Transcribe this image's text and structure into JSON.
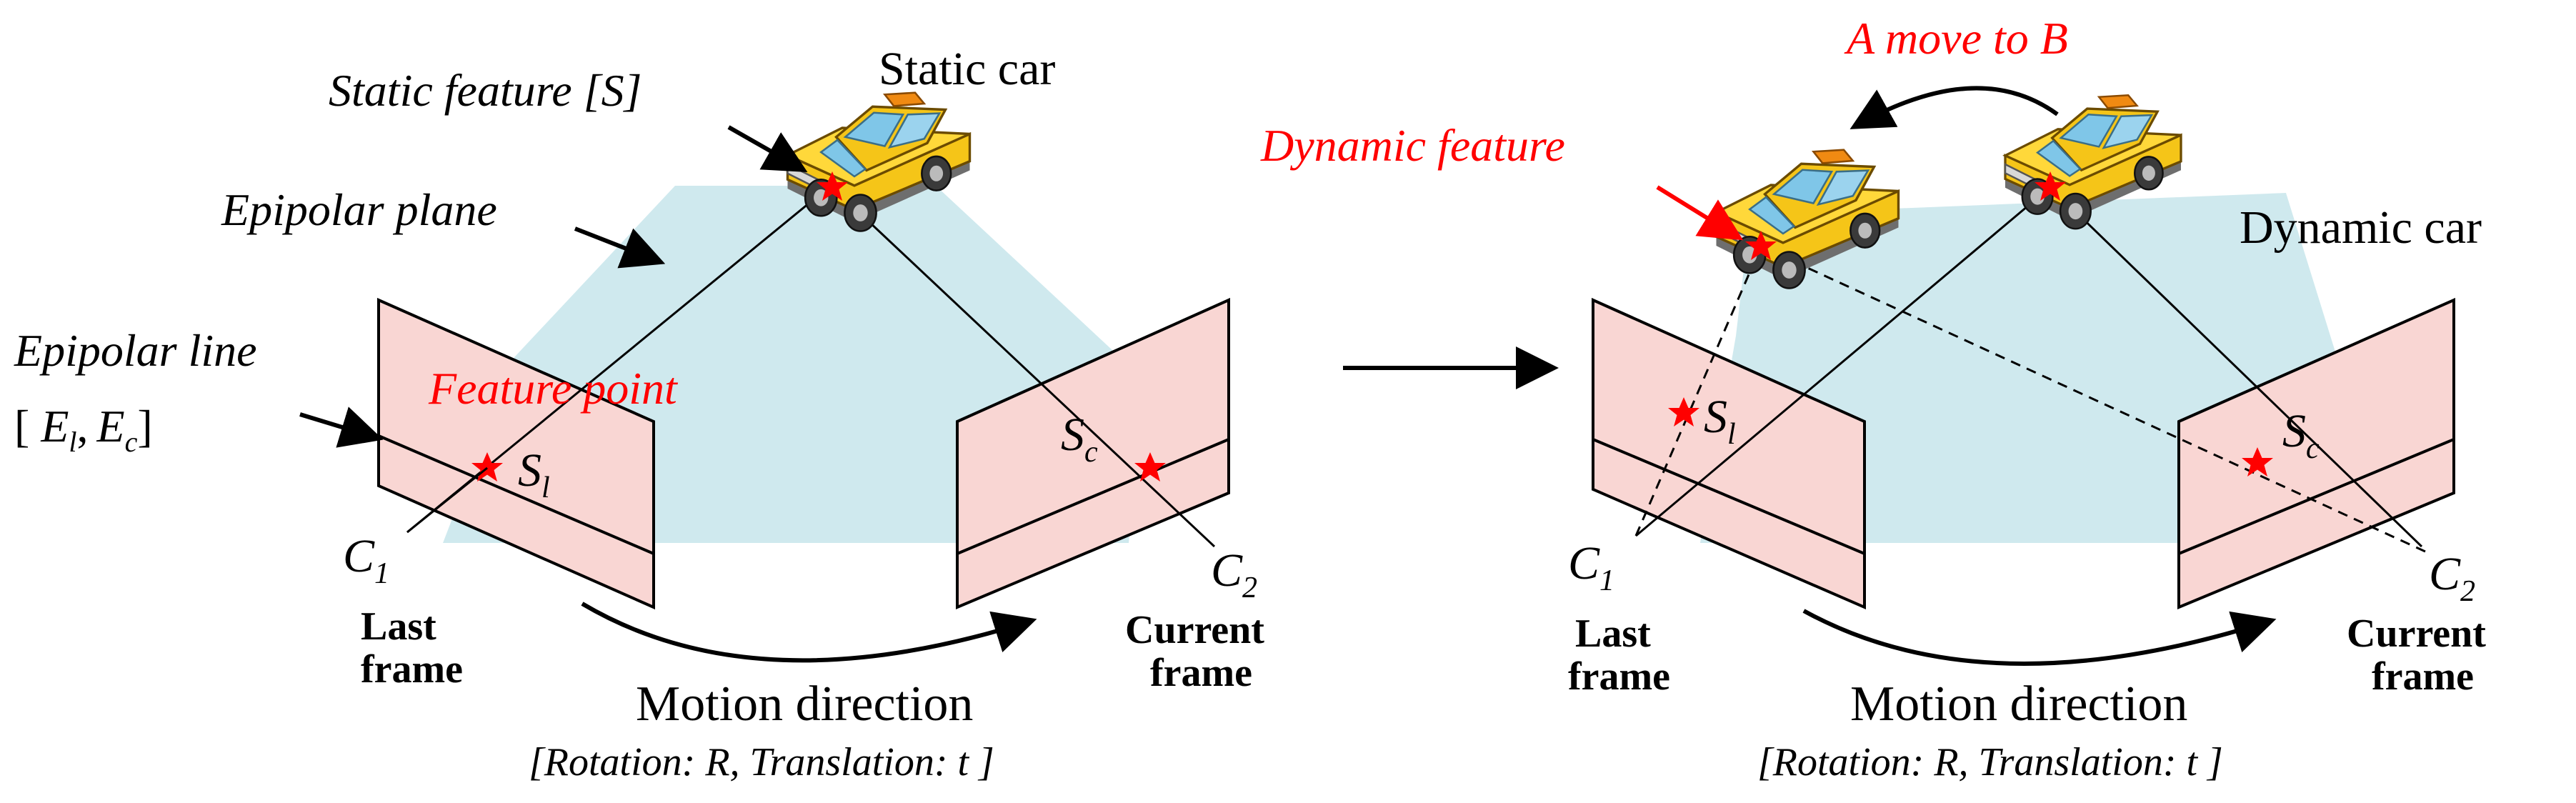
{
  "left_panel": {
    "static_feature_label": "Static feature [S]",
    "static_car_label": "Static car",
    "epipolar_plane_label": "Epipolar plane",
    "epipolar_line_label_1": "Epipolar line",
    "epipolar_line_label_2_prefix": "[ ",
    "epipolar_line_E": "E",
    "epipolar_line_sub_l": "l",
    "epipolar_line_comma": ",",
    "epipolar_line_sub_c": "c",
    "epipolar_line_label_2_suffix": "]",
    "feature_point_label": "Feature point",
    "s_l_main": "S",
    "s_l_sub": "l",
    "s_c_main": "S",
    "s_c_sub": "c",
    "c1_main": "C",
    "c1_sub": "1",
    "c2_main": "C",
    "c2_sub": "2",
    "last_frame_1": "Last",
    "last_frame_2": "frame",
    "current_frame_1": "Current",
    "current_frame_2": "frame",
    "motion_direction": "Motion direction",
    "motion_params": "[Rotation: R, Translation: t ]"
  },
  "right_panel": {
    "move_label": "A move to B",
    "dynamic_feature_label": "Dynamic feature",
    "dynamic_car_label": "Dynamic car",
    "s_l_main": "S",
    "s_l_sub": "l",
    "s_c_main": "S",
    "s_c_sub": "c",
    "c1_main": "C",
    "c1_sub": "1",
    "c2_main": "C",
    "c2_sub": "2",
    "last_frame_1": "Last",
    "last_frame_2": "frame",
    "current_frame_1": "Current",
    "current_frame_2": "frame",
    "motion_direction": "Motion direction",
    "motion_params": "[Rotation: R, Translation: t ]"
  },
  "colors": {
    "plane": "#cfe9ee",
    "frame": "#f9d6d3",
    "highlight_text": "#ff0000",
    "car_body": "#f5c518",
    "car_window": "#7fc6e8"
  },
  "icons": [
    "taxi-car-icon",
    "feature-star-icon",
    "arrow-icon"
  ]
}
